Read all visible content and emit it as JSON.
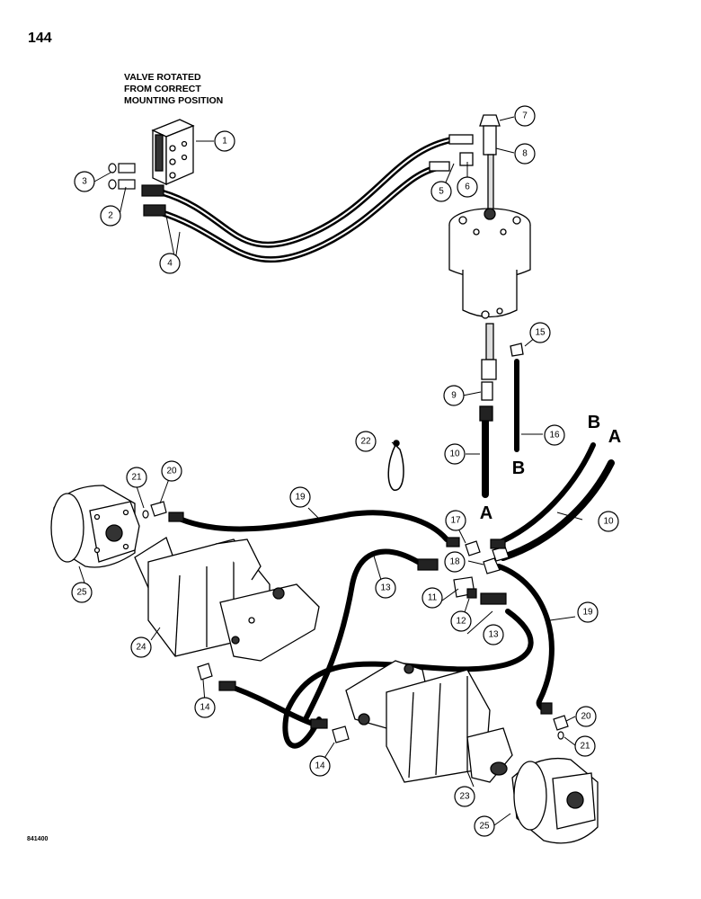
{
  "page_number": "144",
  "note_lines": [
    "VALVE ROTATED",
    "FROM CORRECT",
    "MOUNTING POSITION"
  ],
  "drawing_code": "841400",
  "callouts": [
    {
      "label": "1"
    },
    {
      "label": "2"
    },
    {
      "label": "3"
    },
    {
      "label": "4"
    },
    {
      "label": "5"
    },
    {
      "label": "6"
    },
    {
      "label": "7"
    },
    {
      "label": "8"
    },
    {
      "label": "9"
    },
    {
      "label": "10"
    },
    {
      "label": "10"
    },
    {
      "label": "11"
    },
    {
      "label": "12"
    },
    {
      "label": "13"
    },
    {
      "label": "13"
    },
    {
      "label": "14"
    },
    {
      "label": "14"
    },
    {
      "label": "15"
    },
    {
      "label": "16"
    },
    {
      "label": "17"
    },
    {
      "label": "18"
    },
    {
      "label": "19"
    },
    {
      "label": "19"
    },
    {
      "label": "20"
    },
    {
      "label": "20"
    },
    {
      "label": "21"
    },
    {
      "label": "21"
    },
    {
      "label": "22"
    },
    {
      "label": "23"
    },
    {
      "label": "24"
    },
    {
      "label": "25"
    },
    {
      "label": "25"
    }
  ],
  "connection_labels": {
    "a_upper": "A",
    "b_upper": "B",
    "a_lower": "A",
    "b_lower": "B"
  }
}
